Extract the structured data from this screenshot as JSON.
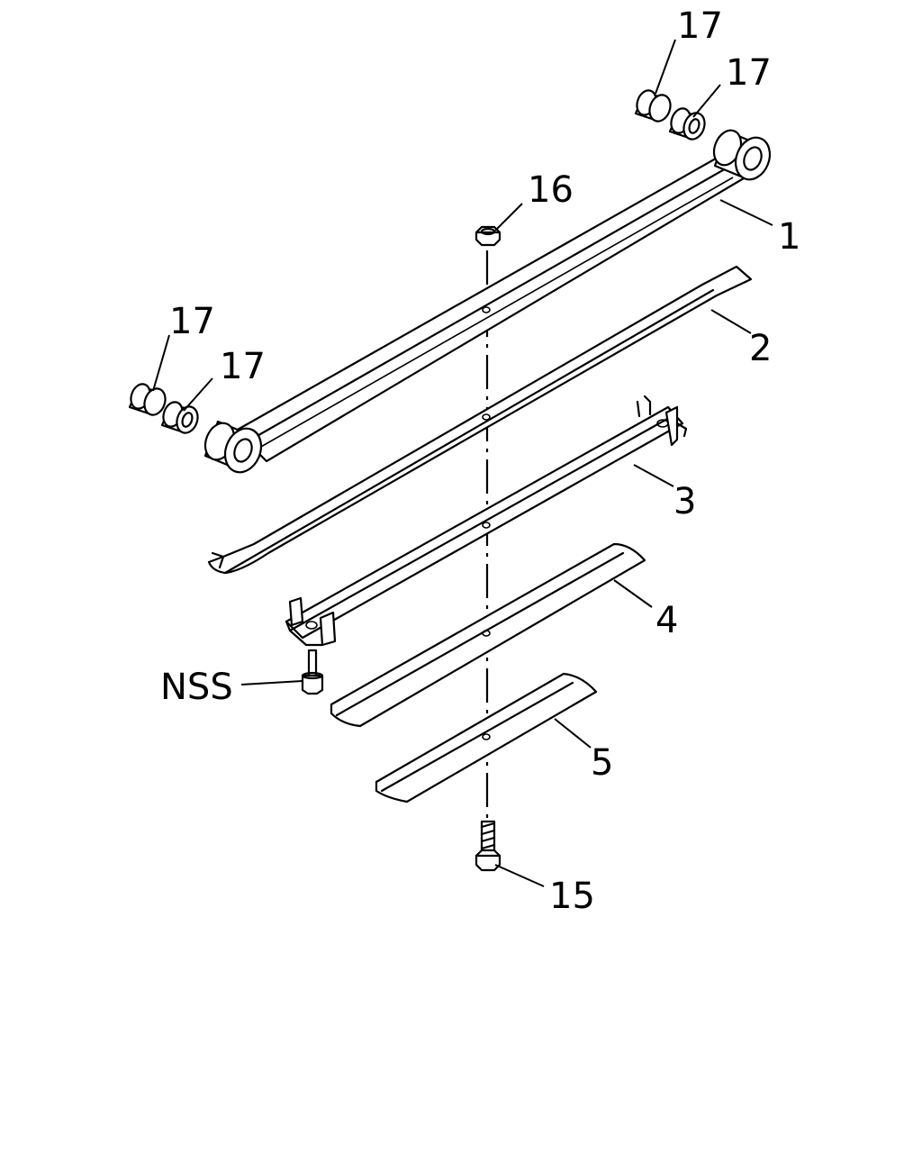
{
  "callouts": {
    "c1": "1",
    "c2": "2",
    "c3": "3",
    "c4": "4",
    "c5": "5",
    "c15": "15",
    "c16": "16",
    "c17a": "17",
    "c17b": "17",
    "c17c": "17",
    "c17d": "17",
    "nss": "NSS"
  }
}
